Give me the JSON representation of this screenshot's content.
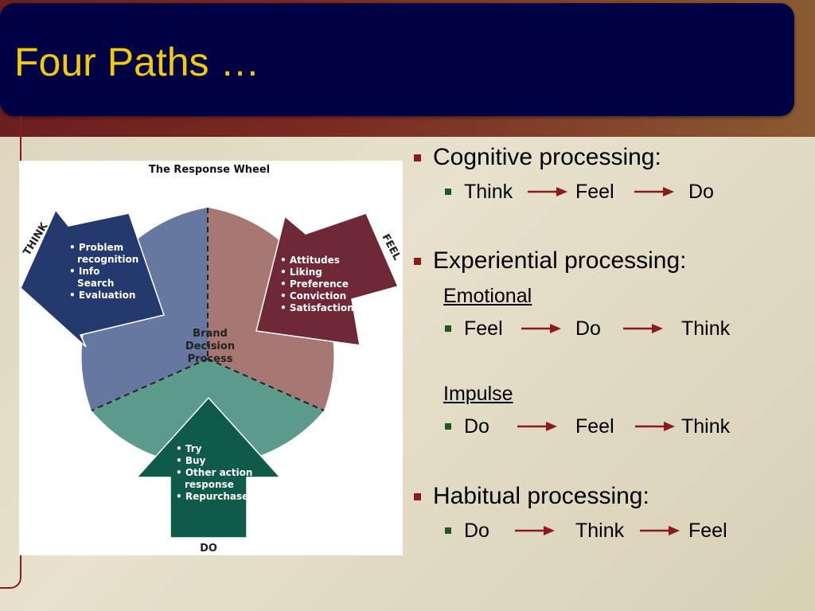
{
  "slide": {
    "title": "Four Paths …"
  },
  "wheel": {
    "heading": "The Response Wheel",
    "center": [
      "Brand",
      "Decision",
      "Process"
    ],
    "think": {
      "label": "THINK",
      "items": [
        "• Problem",
        "recognition",
        "• Info",
        "Search",
        "• Evaluation"
      ]
    },
    "feel": {
      "label": "FEEL",
      "items": [
        "• Attitudes",
        "• Liking",
        "• Preference",
        "• Conviction",
        "• Satisfaction"
      ]
    },
    "do": {
      "label": "DO",
      "items": [
        "• Try",
        "• Buy",
        "• Other action",
        "response",
        "• Repurchase"
      ]
    },
    "colors": {
      "think_segment": "#6677a0",
      "feel_segment": "#a67773",
      "do_segment": "#5c9a8c",
      "think_arrow": "#243a6e",
      "feel_arrow": "#6e2836",
      "do_arrow": "#0f5a48"
    }
  },
  "bullets": {
    "cognitive": {
      "heading": "Cognitive processing:",
      "sequence": [
        "Think",
        "Feel",
        "Do"
      ]
    },
    "experiential": {
      "heading": "Experiential processing:",
      "emotional_label": "Emotional",
      "emotional_sequence": [
        "Feel",
        "Do",
        "Think"
      ],
      "impulse_label": "Impulse",
      "impulse_sequence": [
        "Do",
        "Feel",
        "Think"
      ]
    },
    "habitual": {
      "heading": "Habitual processing:",
      "sequence": [
        "Do",
        "Think",
        "Feel"
      ]
    }
  },
  "colors": {
    "title_bar": "#000044",
    "title_text": "#f2c811",
    "accent_red": "#8b1a1a",
    "sub_bullet_green": "#1e5a1e"
  }
}
